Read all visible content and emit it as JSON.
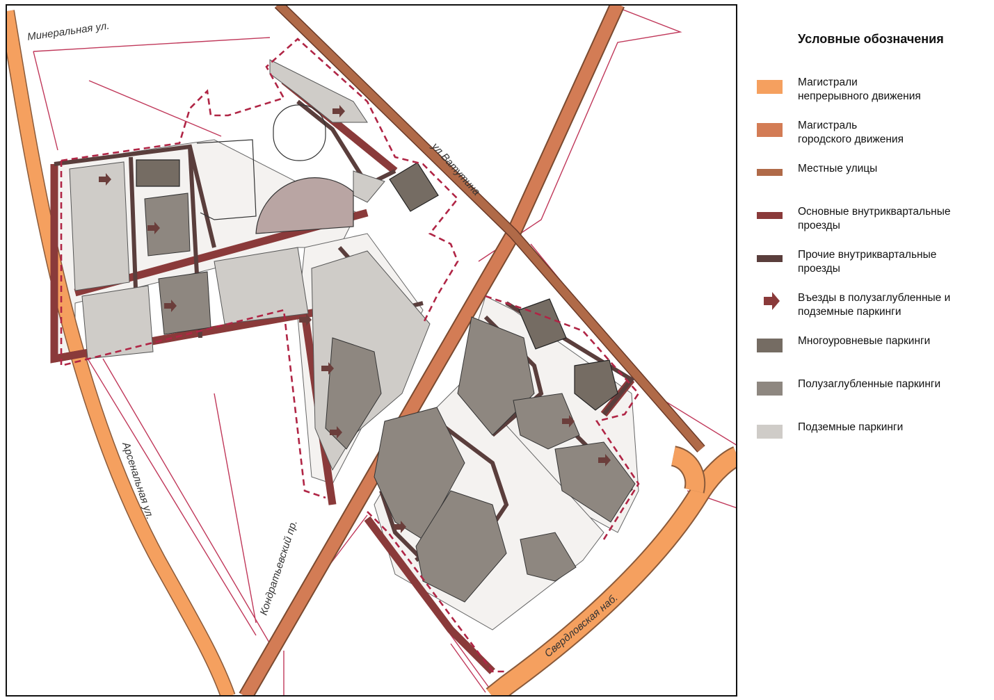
{
  "colors": {
    "trunk_continuous": "#f5a05f",
    "trunk_city": "#d37c55",
    "local_street": "#b06a48",
    "main_driveway": "#8a3a3a",
    "other_driveway": "#5a3e3c",
    "multilevel_parking": "#756c63",
    "semi_underground_parking": "#8e8780",
    "underground_parking": "#cfccc8",
    "boundary_red": "#c0385a",
    "block_outline": "#3a3a3a"
  },
  "legend": {
    "title": "Условные обозначения",
    "items": [
      {
        "key": "trunk_continuous",
        "kind": "fill",
        "label": "Магистрали\nнепрерывного движения"
      },
      {
        "key": "trunk_city",
        "kind": "fill",
        "label": "Магистраль\nгородского движения"
      },
      {
        "key": "local_street",
        "kind": "line",
        "label": "Местные улицы"
      },
      {
        "key": "main_driveway",
        "kind": "line",
        "label": "Основные внутриквартальные\nпроезды"
      },
      {
        "key": "other_driveway",
        "kind": "line",
        "label": "Прочие внутриквартальные\nпроезды"
      },
      {
        "key": "arrow",
        "kind": "arrow",
        "label": "Въезды в полузаглубленные и\nподземные паркинги"
      },
      {
        "key": "multilevel_parking",
        "kind": "fill",
        "label": "Многоуровневые паркинги"
      },
      {
        "key": "semi_underground_parking",
        "kind": "fill",
        "label": "Полузаглубленные паркинги"
      },
      {
        "key": "underground_parking",
        "kind": "fill",
        "label": "Подземные паркинги"
      }
    ]
  },
  "streets": {
    "mineralnaya": "Минеральная ул.",
    "vatutina": "ул.Ватутина",
    "arsenalnaya": "Арсенальная ул.",
    "kondratyevsky": "Кондратьевский пр.",
    "sverdlovskaya": "Свердловская наб."
  }
}
